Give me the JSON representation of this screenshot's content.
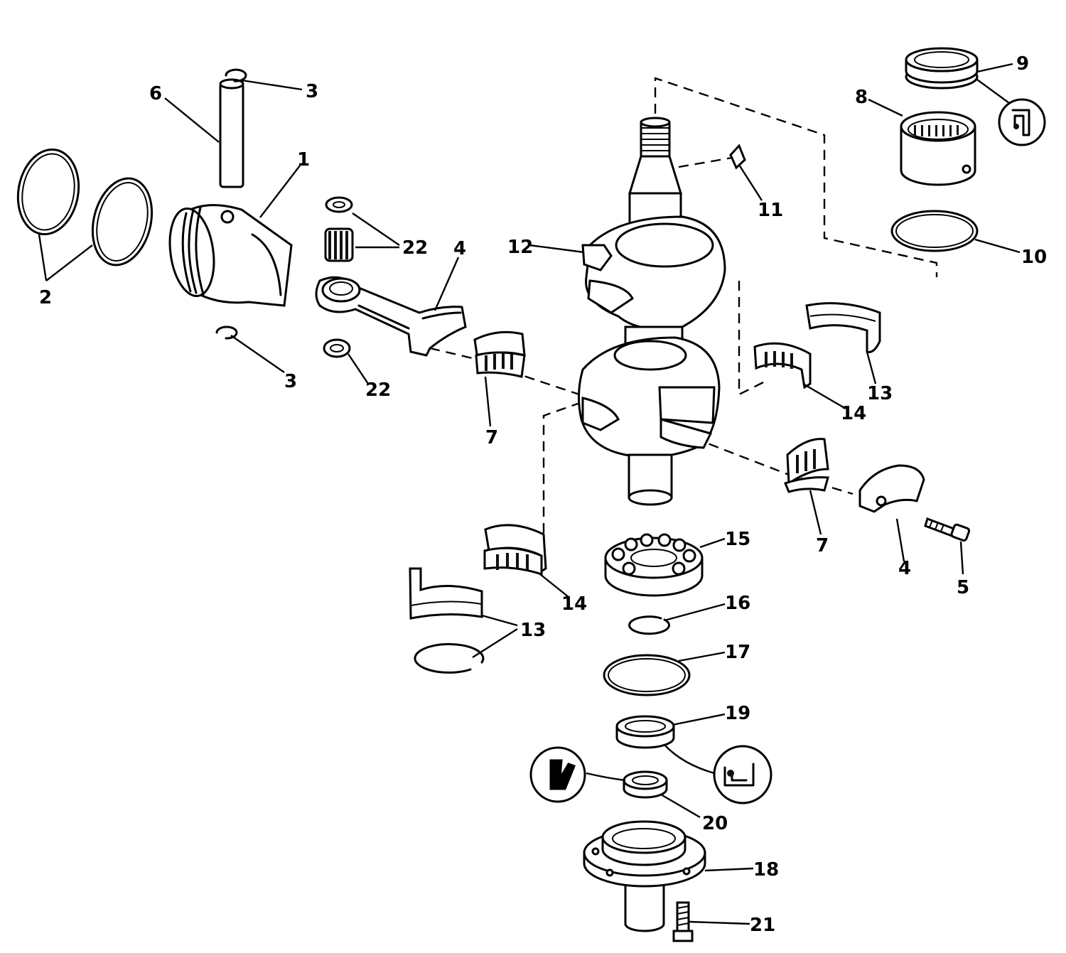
{
  "callouts": {
    "c1": "1",
    "c2": "2",
    "c3a": "3",
    "c3b": "3",
    "c4a": "4",
    "c4b": "4",
    "c5": "5",
    "c6": "6",
    "c7a": "7",
    "c7b": "7",
    "c8": "8",
    "c9": "9",
    "c10": "10",
    "c11": "11",
    "c12": "12",
    "c13a": "13",
    "c13b": "13",
    "c14a": "14",
    "c14b": "14",
    "c15": "15",
    "c16": "16",
    "c17": "17",
    "c18": "18",
    "c19": "19",
    "c20": "20",
    "c21": "21",
    "c22a": "22",
    "c22b": "22"
  },
  "icons": {
    "seal_detail_top": "seal-lip-detail-icon",
    "seal_detail_left": "seal-lip-detail-icon",
    "seal_detail_right": "seal-lip-detail-icon"
  }
}
